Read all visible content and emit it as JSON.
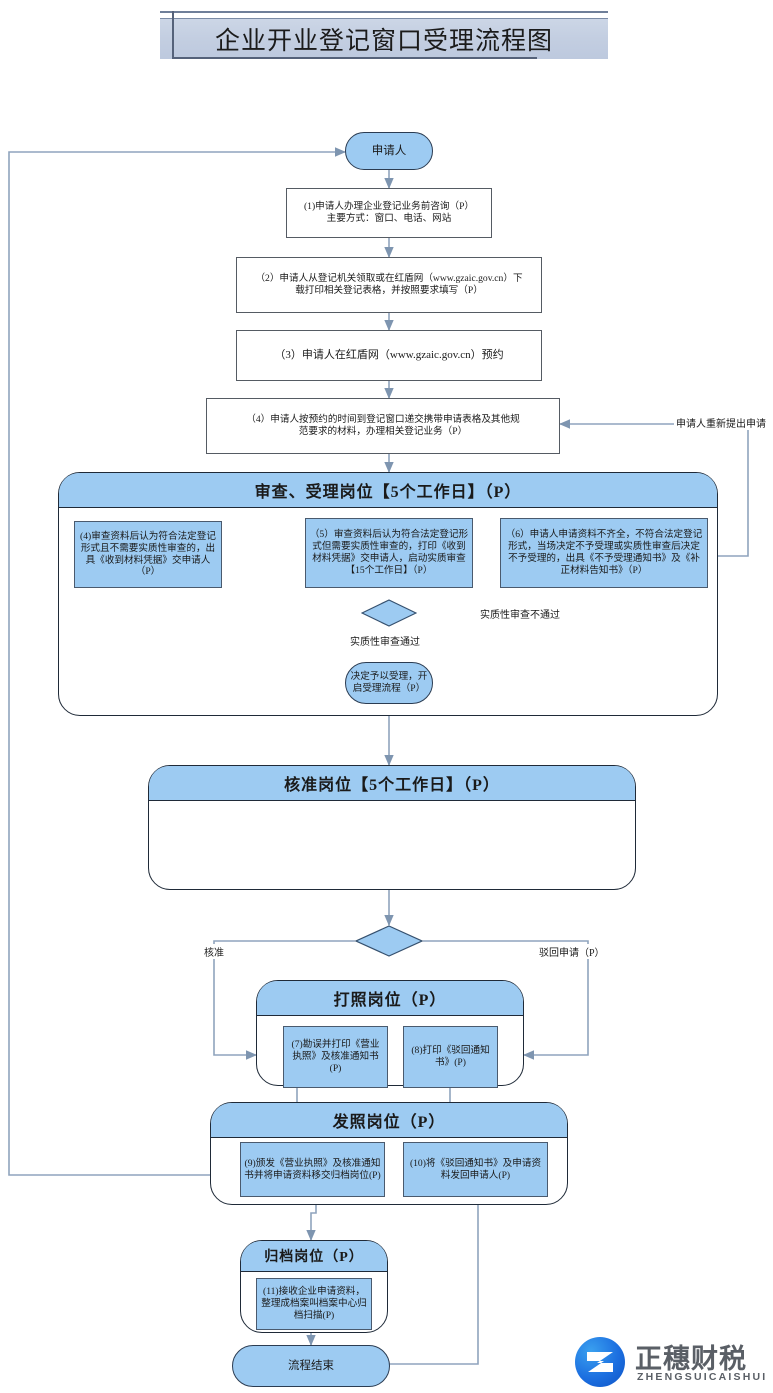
{
  "title": "企业开业登记窗口受理流程图",
  "nodes": {
    "applicant": "申请人",
    "step1": "(1)申请人办理企业登记业务前咨询（P）\n主要方式：窗口、电话、网站",
    "step1_l1": "(1)申请人办理企业登记业务前咨询（P）",
    "step1_l2": "主要方式：窗口、电话、网站",
    "step2_l1": "（2）申请人从登记机关领取或在红盾网（www.gzaic.gov.cn）下",
    "step2_l2": "载打印相关登记表格，并按照要求填写（P）",
    "step3": "（3）申请人在红盾网（www.gzaic.gov.cn）预约",
    "step4_l1": "（4）申请人按预约的时间到登记窗口递交携带申请表格及其他规",
    "step4_l2": "范要求的材料，办理相关登记业务（P）",
    "review_header": "审查、受理岗位【5个工作日】（P）",
    "step4b": "(4)审查资料后认为符合法定登记形式且不需要实质性审查的，出具《收到材料凭据》交申请人（P）",
    "step5": "（5）审查资料后认为符合法定登记形式但需要实质性审查的，打印《收到材料凭据》交申请人，启动实质审查【15个工作日】（P）",
    "step6": "（6）申请人申请资料不齐全，不符合法定登记形式，当场决定不予受理或实质性审查后决定不予受理的，出具《不予受理通知书》及《补正材料告知书》（P）",
    "accept": "决定予以受理，开启受理流程（P）",
    "approve_header": "核准岗位【5个工作日】（P）",
    "print_header": "打照岗位（P）",
    "step7": "(7)勘误并打印《营业执照》及核准通知书(P)",
    "step8": "(8)打印《驳回通知书》(P)",
    "issue_header": "发照岗位（P）",
    "step9": "(9)颁发《营业执照》及核准通知书并将申请资料移交归档岗位(P)",
    "step10": "(10)将《驳回通知书》及申请资料发回申请人(P)",
    "archive_header": "归档岗位（P）",
    "step11": "(11)接收企业申请资料，整理成档案叫档案中心归档扫描(P)",
    "end": "流程结束"
  },
  "edge_labels": {
    "resubmit": "申请人重新提出申请",
    "review_fail": "实质性审查不通过",
    "review_pass": "实质性审查通过",
    "approved": "核准",
    "rejected": "驳回申请（P）"
  },
  "logo": {
    "wordmark": "正穗财税",
    "pinyin": "ZHENGSUICAISHUI",
    "brand_color": "#1c6fe0",
    "text_color": "#5a5f66"
  },
  "colors": {
    "node_fill": "#9dcbf2",
    "node_stroke": "#1f2a38",
    "wire": "#8fa4bd",
    "title_band": "#c3cee1"
  }
}
